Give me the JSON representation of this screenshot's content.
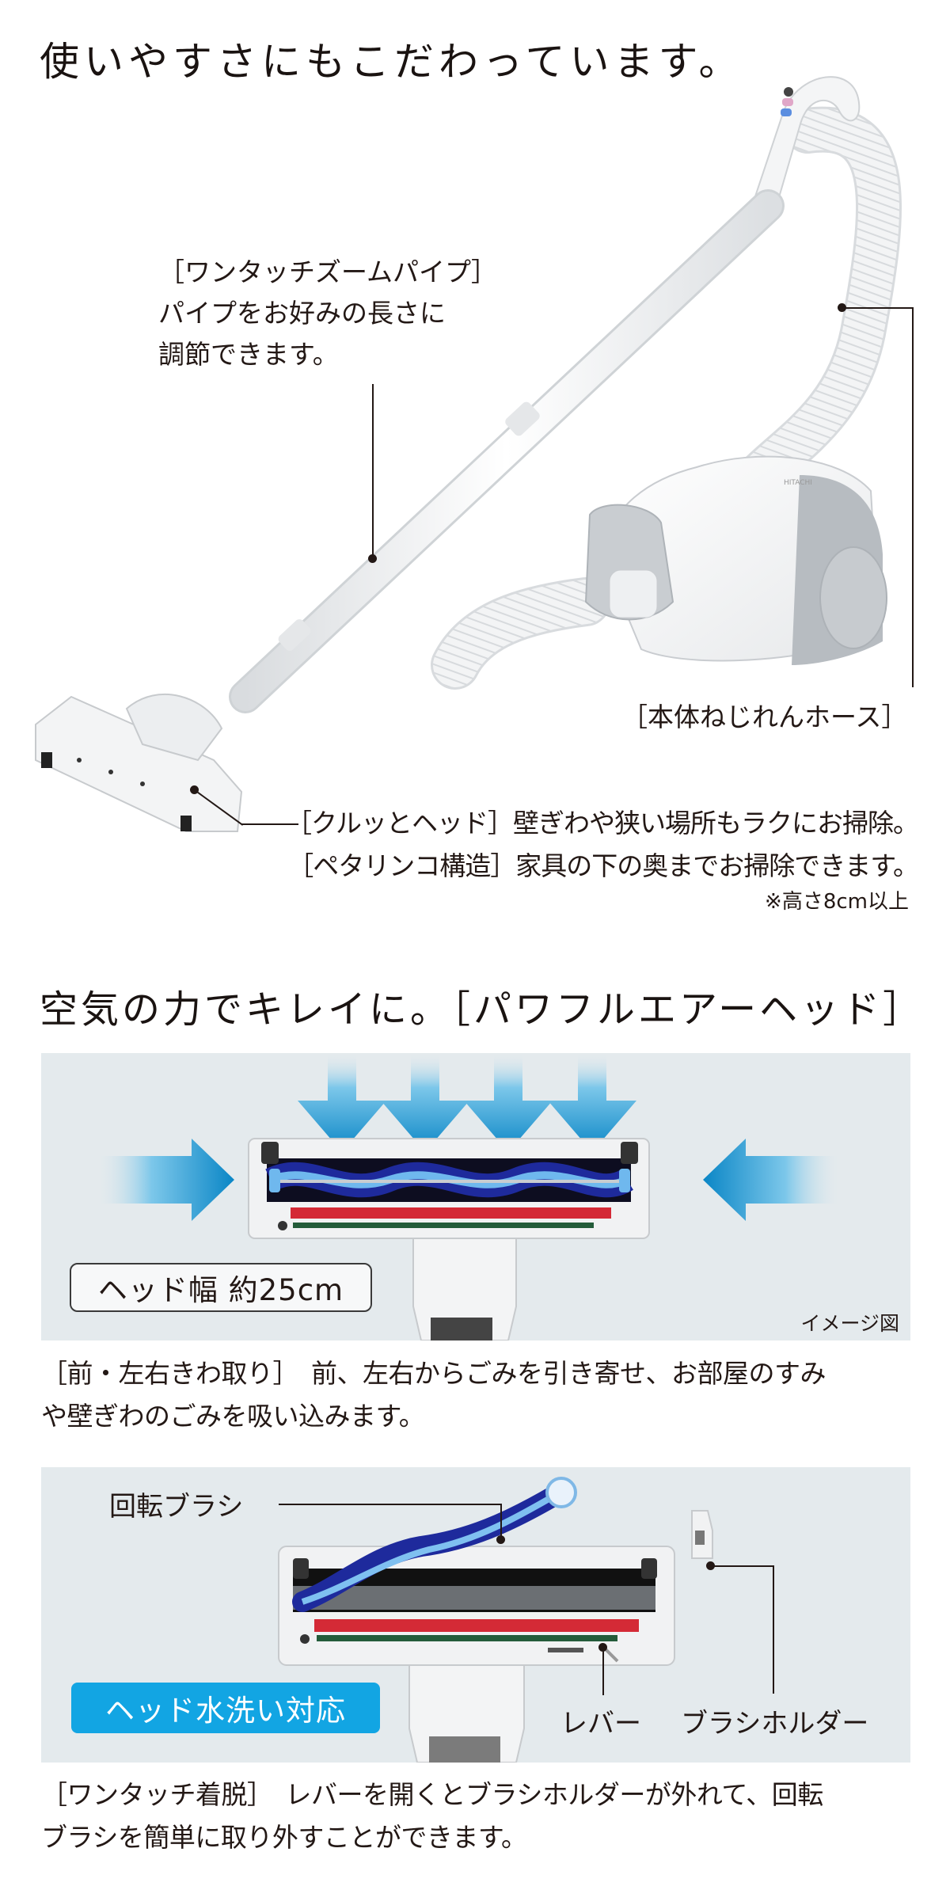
{
  "section1": {
    "heading": "使いやすさにもこだわっています。",
    "callouts": {
      "zoom_pipe": {
        "title": "［ワンタッチズームパイプ］",
        "line1": "パイプをお好みの長さに",
        "line2": "調節できます。"
      },
      "hose": {
        "title": "［本体ねじれんホース］"
      },
      "head": {
        "line1": "［クルッとヘッド］壁ぎわや狭い場所もラクにお掃除。",
        "line2": "［ペタリンコ構造］家具の下の奥までお掃除できます。",
        "note": "※高さ8cm以上"
      }
    },
    "product_image": {
      "alt": "canister vacuum cleaner with telescoping pipe, hose and powered head",
      "brand_mark": "HITACHI"
    }
  },
  "section2": {
    "heading": "空気の力でキレイに。［パワフルエアーヘッド］",
    "panel1": {
      "badge": "ヘッド幅 約25cm",
      "image_note": "イメージ図",
      "colors": {
        "arrow": "#0a8fcf",
        "background": "#e4eaed"
      }
    },
    "caption1": {
      "line1": "［前・左右きわ取り］　前、左右からごみを引き寄せ、お部屋のすみ",
      "line2": "や壁ぎわのごみを吸い込みます。"
    },
    "panel2": {
      "labels": {
        "brush": "回転ブラシ",
        "lever": "レバー",
        "holder": "ブラシホルダー"
      },
      "badge": "ヘッド水洗い対応",
      "colors": {
        "badge": "#12a5e3"
      }
    },
    "caption2": {
      "line1": "［ワンタッチ着脱］　レバーを開くとブラシホルダーが外れて、回転",
      "line2": "ブラシを簡単に取り外すことができます。"
    }
  }
}
